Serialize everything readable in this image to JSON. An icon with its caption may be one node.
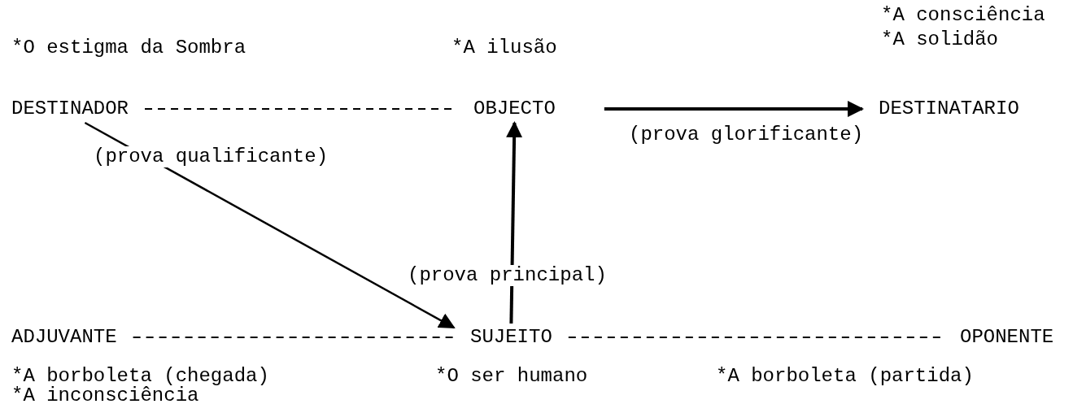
{
  "diagram": {
    "nodes": [
      {
        "text": [
          "DESTINADOR"
        ],
        "beside": [
          "*O estigma da Sombra"
        ]
      },
      {
        "text": [
          "OBJECTO"
        ],
        "beside": [
          "*A ilusão"
        ]
      },
      {
        "text": [
          "DESTINATARIO"
        ],
        "beside": [
          "*A consciência",
          "*A solidão"
        ]
      },
      {
        "text": [
          "ADJUVANTE"
        ],
        "beside": [
          "*A borboleta (chegada)",
          "*A inconsciência"
        ]
      },
      {
        "text": [
          "SUJEITO"
        ],
        "beside": [
          "*O ser humano"
        ]
      },
      {
        "text": [
          "OPONENTE"
        ],
        "beside": [
          "*A borboleta (partida)"
        ]
      }
    ],
    "edges": [
      {
        "from": 0,
        "to": 1,
        "arrow": "none",
        "style": "dashed"
      },
      {
        "from": 1,
        "to": 2,
        "arrow": "to",
        "label": "(prova glorificante)",
        "style": "thick"
      },
      {
        "from": 0,
        "to": 4,
        "arrow": "to",
        "label": "(prova qualificante)"
      },
      {
        "from": 4,
        "to": 1,
        "arrow": "to",
        "label": "(prova principal)",
        "style": "thick"
      },
      {
        "from": 3,
        "to": 4,
        "arrow": "none",
        "style": "dashed"
      },
      {
        "from": 4,
        "to": 5,
        "arrow": "none",
        "style": "dashed"
      }
    ]
  }
}
